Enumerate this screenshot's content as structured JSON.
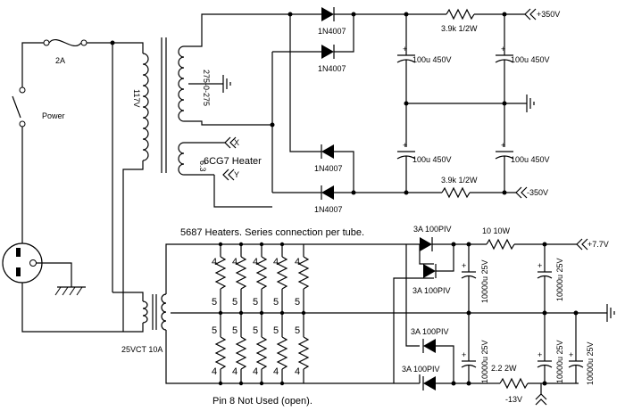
{
  "labels": {
    "fuse": "2A",
    "switch": "Power",
    "primary": "117V",
    "hv_secondary": "275-0-275",
    "heater_secondary": "6.3",
    "heater_label": "6CG7 Heater",
    "heater_x": "X",
    "heater_y": "Y",
    "diode_1": "1N4007",
    "diode_2": "1N4007",
    "diode_3": "1N4007",
    "diode_4": "1N4007",
    "res_pos": "3.9k 1/2W",
    "res_neg": "3.9k 1/2W",
    "cap_1": "100u 450V",
    "cap_2": "100u 450V",
    "cap_3": "100u 450V",
    "cap_4": "100u 450V",
    "out_pos_hv": "+350V",
    "out_neg_hv": "-350V",
    "lv_title": "5687 Heaters. Series connection per tube.",
    "lv_transformer": "25VCT 10A",
    "pin_note": "Pin 8 Not Used (open).",
    "pin_4": "4",
    "pin_5": "5",
    "rect_1": "3A 100PIV",
    "rect_2": "3A 100PIV",
    "rect_3": "3A 100PIV",
    "rect_4": "3A 100PIV",
    "res_lv_pos": "10  10W",
    "res_lv_neg": "2.2  2W",
    "cap_lv_1": "10000u 25V",
    "cap_lv_2": "10000u 25V",
    "cap_lv_3": "10000u 25V",
    "cap_lv_4": "10000u 25V",
    "cap_lv_5": "10000u 25V",
    "out_pos_lv": "+7.7V",
    "out_neg_lv": "-13V"
  }
}
